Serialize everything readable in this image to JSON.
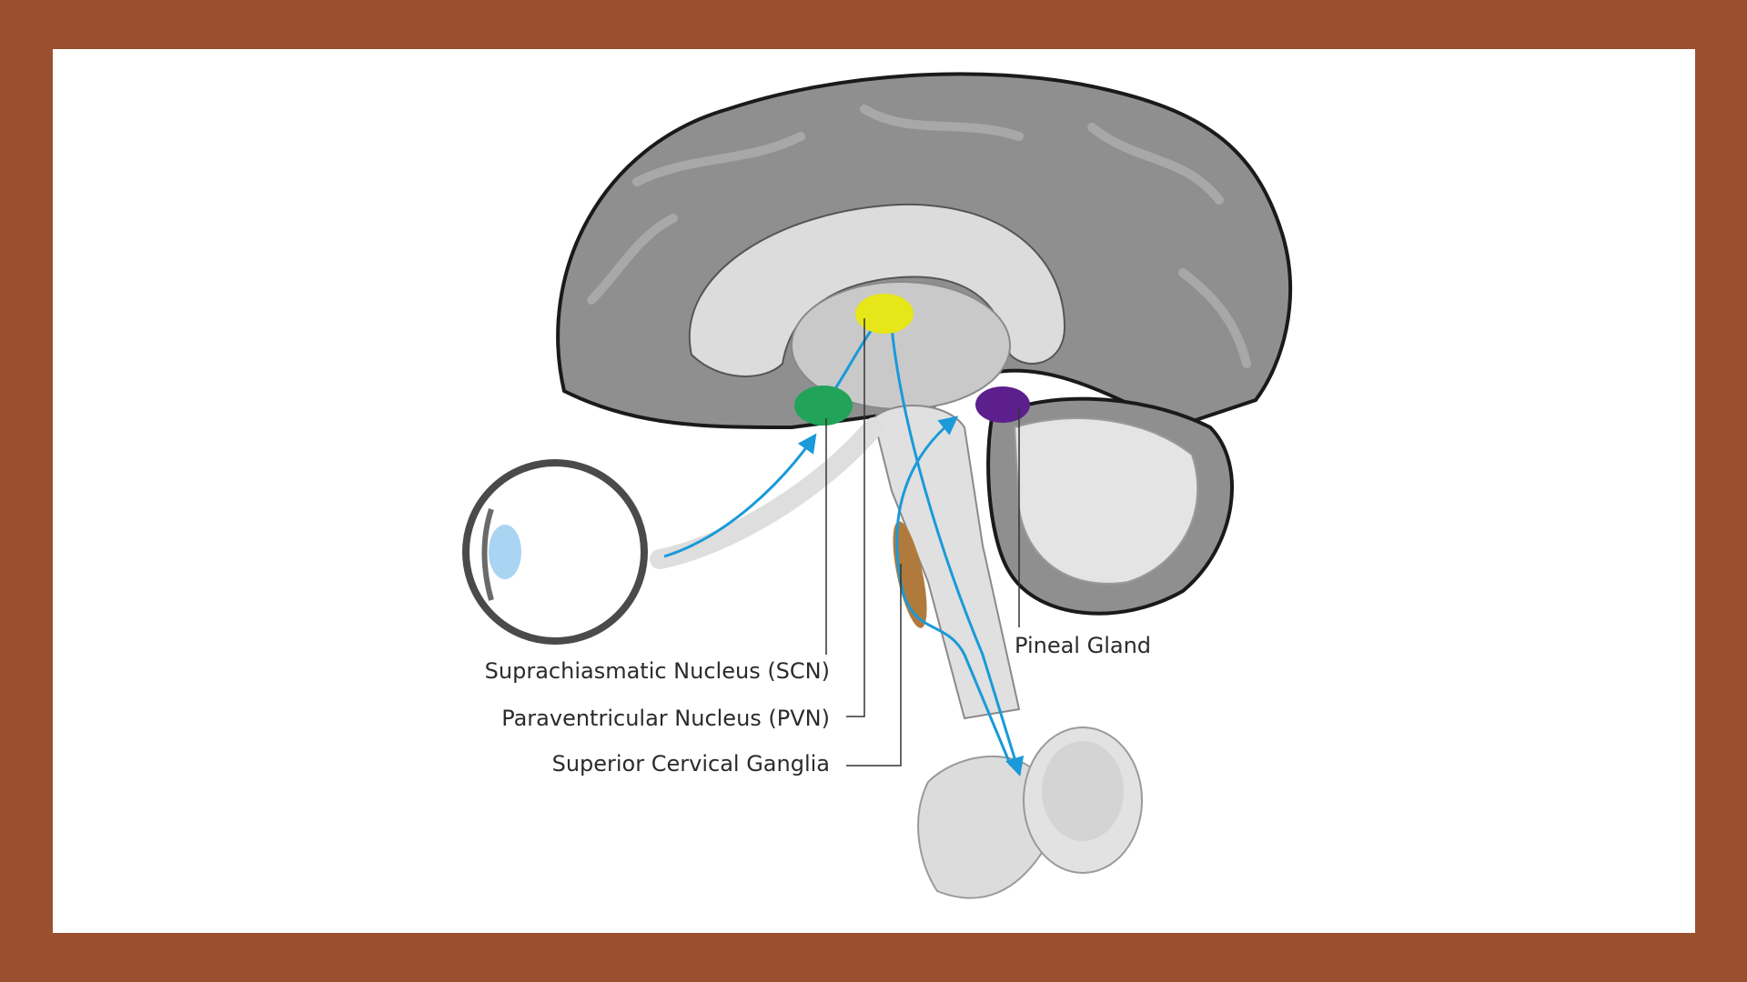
{
  "labels": {
    "scn": "Suprachiasmatic Nucleus (SCN)",
    "pvn": "Paraventricular Nucleus (PVN)",
    "scg": "Superior Cervical Ganglia",
    "pineal": "Pineal Gland"
  },
  "colors": {
    "frame": "#9a502e",
    "background": "#ffffff",
    "brain_fill": "#8f8f8f",
    "brain_outline": "#1a1a1a",
    "pathway": "#1a9ad8",
    "scn_marker": "#21a35a",
    "pvn_marker": "#e6e619",
    "pineal_marker": "#5c1f8c",
    "ganglia_marker": "#b07a3c",
    "lens": "#a9d4f2"
  },
  "icons": [
    "eye-icon",
    "brain-icon",
    "vertebra-icon"
  ]
}
